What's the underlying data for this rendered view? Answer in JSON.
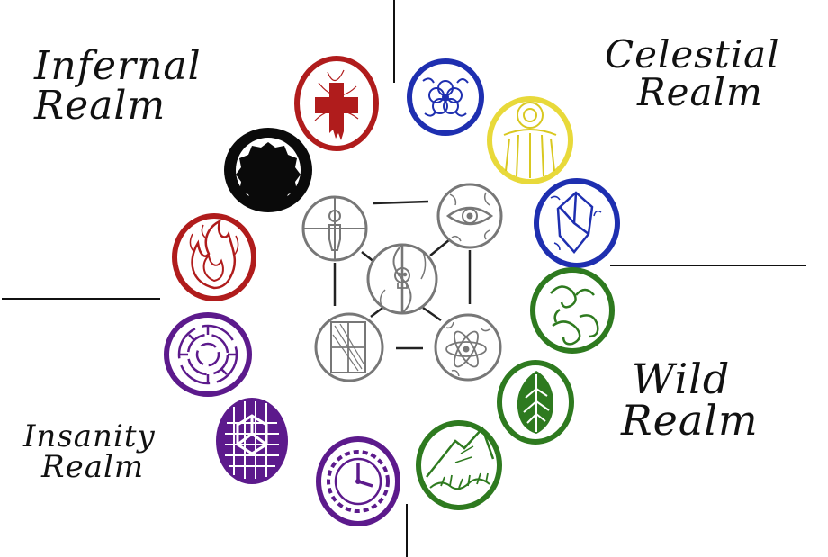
{
  "realms": {
    "infernal": {
      "line1": "Infernal",
      "line2": "Realm",
      "color": "#b01c1c"
    },
    "celestial": {
      "line1": "Celestial",
      "line2": "Realm",
      "color": "#1e2fb0"
    },
    "wild": {
      "line1": "Wild",
      "line2": "Realm",
      "color": "#2e7a1f"
    },
    "insanity": {
      "line1": "Insanity",
      "line2": "Realm",
      "color": "#5c1a8c"
    }
  },
  "outer_symbols": [
    {
      "name": "red-cross-symbol-icon",
      "realm": "infernal",
      "color": "#b01c1c"
    },
    {
      "name": "black-gear-symbol-icon",
      "realm": "infernal",
      "color": "#000000"
    },
    {
      "name": "flame-symbol-icon",
      "realm": "infernal",
      "color": "#b01c1c"
    },
    {
      "name": "maze-symbol-icon",
      "realm": "insanity",
      "color": "#5c1a8c"
    },
    {
      "name": "grid-cube-symbol-icon",
      "realm": "insanity",
      "color": "#5c1a8c"
    },
    {
      "name": "clock-gear-symbol-icon",
      "realm": "insanity",
      "color": "#5c1a8c"
    },
    {
      "name": "blue-flower-symbol-icon",
      "realm": "celestial",
      "color": "#1e2fb0"
    },
    {
      "name": "yellow-sun-symbol-icon",
      "realm": "celestial",
      "color": "#e8d93a"
    },
    {
      "name": "blue-crystal-symbol-icon",
      "realm": "celestial",
      "color": "#1e2fb0"
    },
    {
      "name": "vine-swirl-symbol-icon",
      "realm": "wild",
      "color": "#2e7a1f"
    },
    {
      "name": "leaf-symbol-icon",
      "realm": "wild",
      "color": "#2e7a1f"
    },
    {
      "name": "mountain-symbol-icon",
      "realm": "wild",
      "color": "#2e7a1f"
    }
  ],
  "inner_symbols": [
    {
      "name": "human-figure-symbol-icon",
      "color": "#777777"
    },
    {
      "name": "eye-symbol-icon",
      "color": "#777777"
    },
    {
      "name": "skull-yin-yang-symbol-icon",
      "color": "#777777"
    },
    {
      "name": "window-symbol-icon",
      "color": "#777777"
    },
    {
      "name": "atom-symbol-icon",
      "color": "#777777"
    }
  ]
}
